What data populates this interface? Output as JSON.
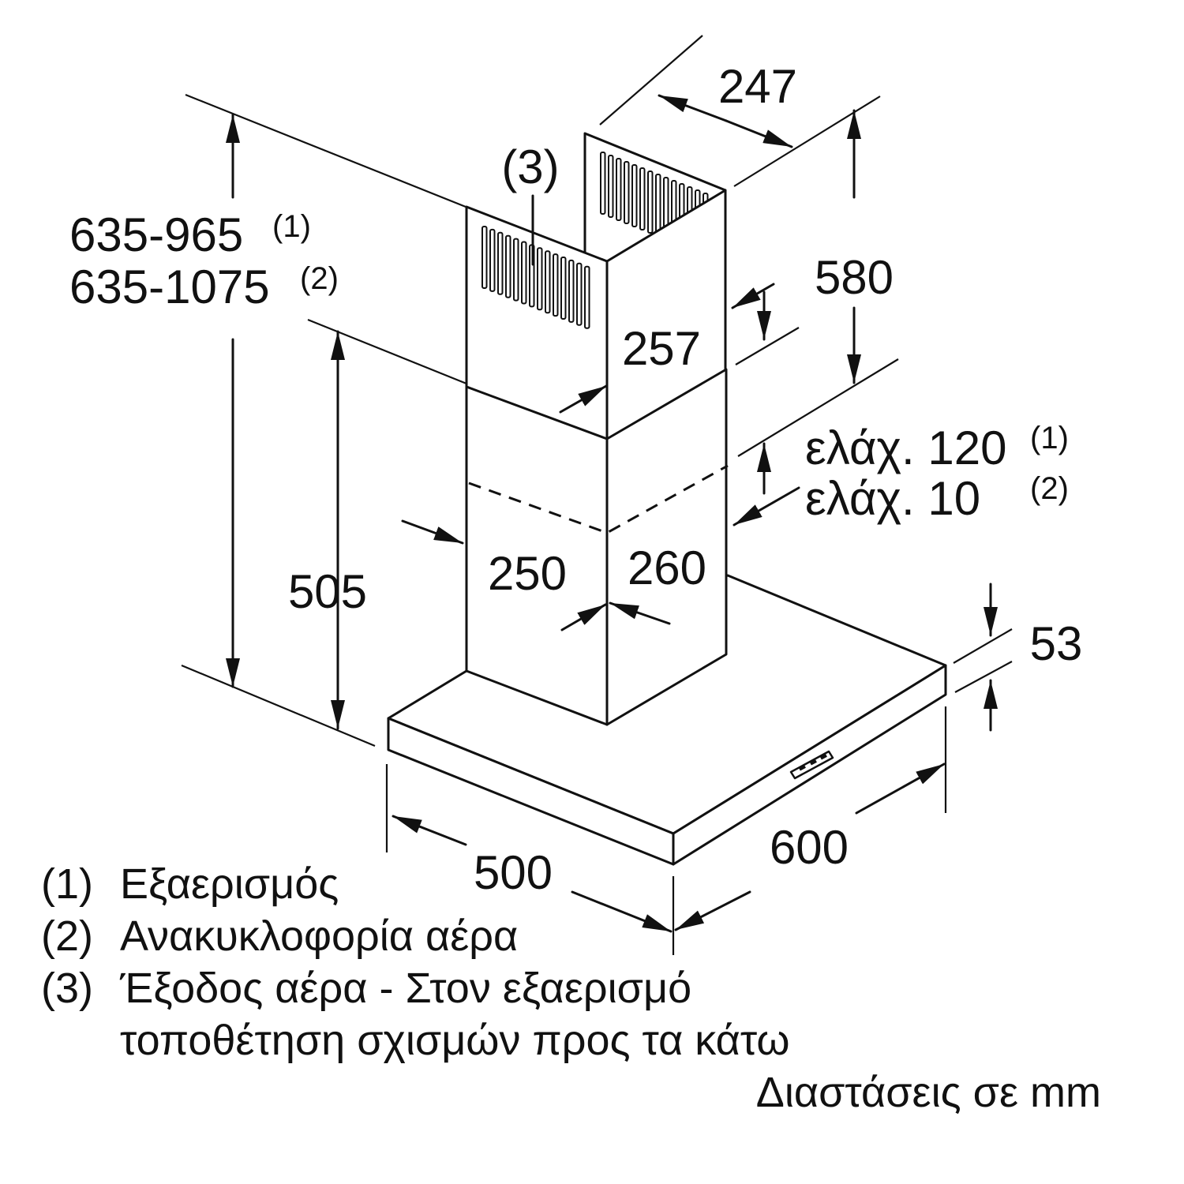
{
  "dimensions": {
    "depth_top": "247",
    "height_range_1": "635-965",
    "height_range_1_note": "(1)",
    "height_range_2": "635-1075",
    "height_range_2_note": "(2)",
    "outlet_label": "(3)",
    "upper_chimney_height": "580",
    "upper_chimney_width": "257",
    "min_gap_1": "ελάχ. 120",
    "min_gap_1_note": "(1)",
    "min_gap_2": "ελάχ. 10",
    "min_gap_2_note": "(2)",
    "chimney_depth": "250",
    "chimney_width": "260",
    "lower_height": "505",
    "hood_thickness": "53",
    "hood_depth": "500",
    "hood_width": "600"
  },
  "legend": [
    {
      "num": "(1)",
      "text": "Εξαερισμός"
    },
    {
      "num": "(2)",
      "text": "Ανακυκλοφορία αέρα"
    },
    {
      "num": "(3)",
      "text": "Έξοδος αέρα - Στον εξαερισμό"
    },
    {
      "num": "",
      "text": "τοποθέτηση σχισμών προς τα κάτω"
    }
  ],
  "units_note": "Διαστάσεις σε mm"
}
